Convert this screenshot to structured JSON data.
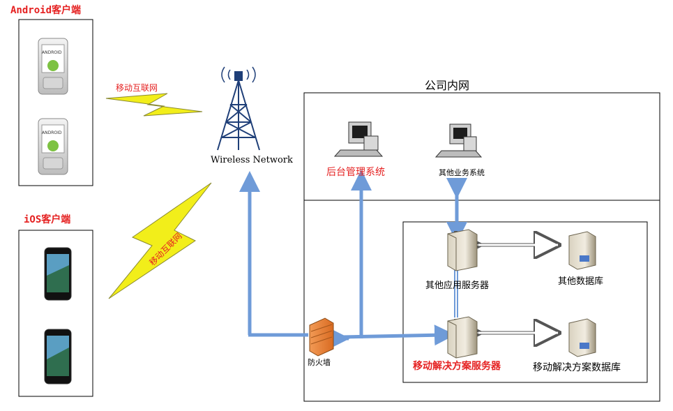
{
  "clients": {
    "android_label": "Android客户端",
    "ios_label": "iOS客户端",
    "android_phone_text": "ANDROID"
  },
  "links": {
    "mobile_internet_top": "移动互联网",
    "mobile_internet_bottom": "移动互联网"
  },
  "tower": {
    "label": "Wireless Network"
  },
  "intranet": {
    "title": "公司内网",
    "backend_system": "后台管理系统",
    "other_business": "其他业务系统",
    "other_app_server": "其他应用服务器",
    "other_database": "其他数据库",
    "mobile_server": "移动解决方案服务器",
    "mobile_database": "移动解决方案数据库",
    "firewall": "防火墙"
  },
  "colors": {
    "accent_red": "#e52121",
    "arrow_blue": "#6f9bd8",
    "lightning_yellow": "#f2ee1a"
  }
}
